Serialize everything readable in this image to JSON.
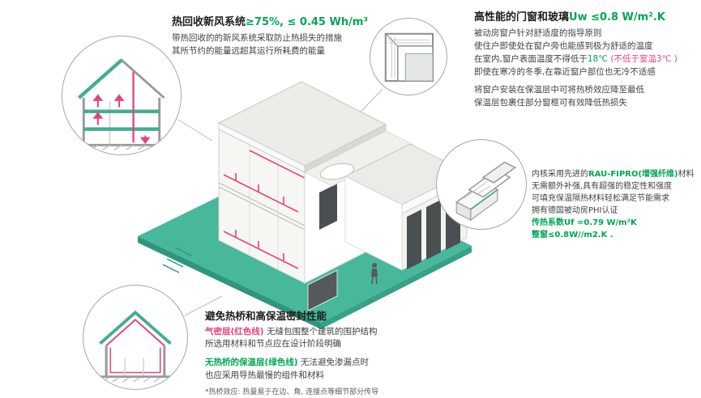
{
  "colors": {
    "teal": "#3fae92",
    "teal_platform": "#47b89b",
    "teal_dark": "#2f967d",
    "green_text": "#00a651",
    "pink": "#e5447e",
    "text_dark": "#1c1c1c",
    "gray_line": "#9a9a9a"
  },
  "heat_recovery": {
    "title_black": "热回收新风系统",
    "title_green": "≥75%, ≤ 0.45 Wh/m³",
    "line1": "带热回收的的新风系统采取防止热损失的措施",
    "line2": "其所节约的能量远超其运行所耗费的能量"
  },
  "windows": {
    "title_black": "高性能的门窗和玻璃",
    "title_green": "Uw ≤0.8 W/m².K",
    "p1l1": "被动房窗户针对舒适度的指导原则",
    "p1l2": "使住户即使处在窗户旁也能感到极为舒适的温度",
    "p1l3a": "在室内,窗户表面温度不得低于",
    "p1l3b": "18℃",
    "p1l3c": " (不低于室温3℃ )",
    "p1l4": "即使在寒冷的冬季,在靠近窗户部位也无冷不适感",
    "p2l1": "将窗户安装在保温层中可将热桥效应降至最低",
    "p2l2": "保温层包裹住部分窗框可有效降低热损失"
  },
  "profile": {
    "l1a": "内核采用先进的",
    "l1b": "RAU-FIPRO(增强纤维)",
    "l1c": "材料",
    "l2": "无需额外补强,具有超强的稳定性和强度",
    "l3": "可填充保温隔热材料轻松满足节能需求",
    "l4": "拥有德国被动房PHI认证",
    "l5": "传热系数Uf =0.79 W/m²K",
    "l6": "整窗≤0.8W//m2.K ."
  },
  "thermal": {
    "title": "避免热桥和高保温密封性能",
    "s1_label": "气密层(红色线)",
    "s1_rest": " 无缝包围整个建筑的围护结构",
    "s1_line2": "所选用材料和节点应在设计阶段明确",
    "s2_label": "无热桥的保温层(绿色线)",
    "s2_rest": " 无法避免渗漏点时",
    "s2_line2": "也应采用导热最慢的组件和材料",
    "footnote": "*热桥效应: 热量易于在边、角, 连接点等细节部分传导"
  }
}
